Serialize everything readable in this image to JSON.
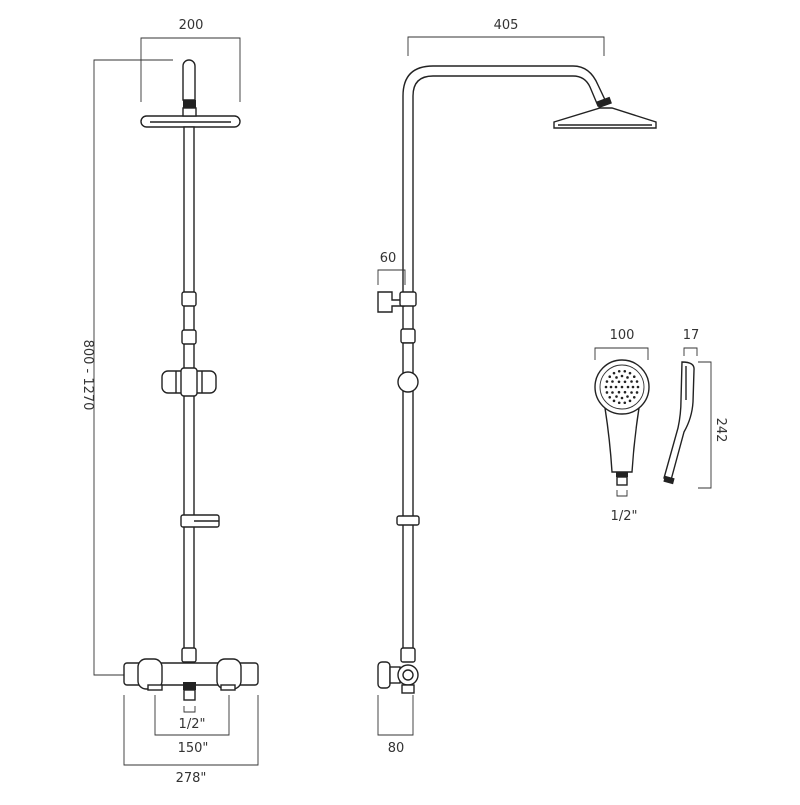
{
  "dimensions": {
    "front_head_width": "200",
    "front_height_range": "800 - 1270",
    "front_inlet": "1/2\"",
    "front_centres": "150\"",
    "front_width": "278\"",
    "side_arm_projection": "405",
    "side_slider_depth": "60",
    "side_valve_depth": "80",
    "handset_face_width": "100",
    "handset_depth": "17",
    "handset_length": "242",
    "handset_inlet": "1/2\""
  },
  "colors": {
    "line": "#222222",
    "dimension": "#333333",
    "background": "#ffffff"
  }
}
